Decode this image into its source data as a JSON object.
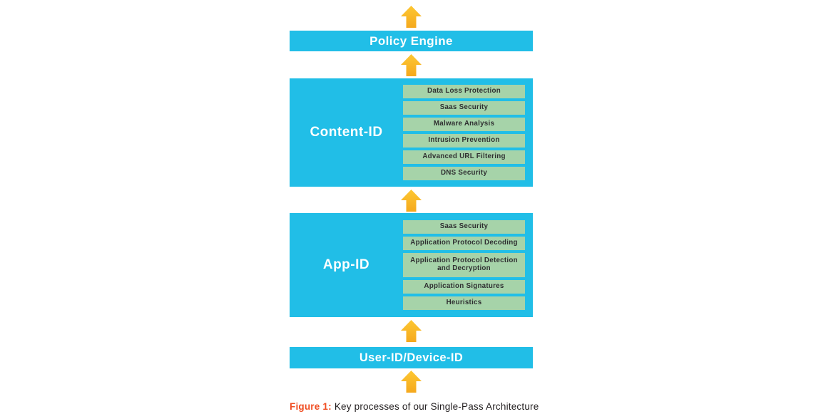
{
  "layers": [
    {
      "id": "policy-engine",
      "label": "Policy Engine",
      "items": []
    },
    {
      "id": "content-id",
      "label": "Content-ID",
      "items": [
        "Data Loss Protection",
        "Saas Security",
        "Malware Analysis",
        "Intrusion Prevention",
        "Advanced URL Filtering",
        "DNS Security"
      ]
    },
    {
      "id": "app-id",
      "label": "App-ID",
      "items": [
        "Saas Security",
        "Application Protocol Decoding",
        "Application Protocol Detection and Decryption",
        "Application Signatures",
        "Heuristics"
      ]
    },
    {
      "id": "user-id-device-id",
      "label": "User-ID/Device-ID",
      "items": []
    }
  ],
  "caption": {
    "prefix": "Figure 1:",
    "text": "Key processes of our Single-Pass Architecture"
  },
  "colors": {
    "layer_cyan": "#21BEE7",
    "process_green": "#A6D3A9",
    "arrow_yellow_top": "#FDC733",
    "arrow_yellow_bottom": "#F5A91D",
    "caption_orange": "#F04E23",
    "text_dark": "#2F2F31",
    "label_white": "#FFFFFF"
  }
}
